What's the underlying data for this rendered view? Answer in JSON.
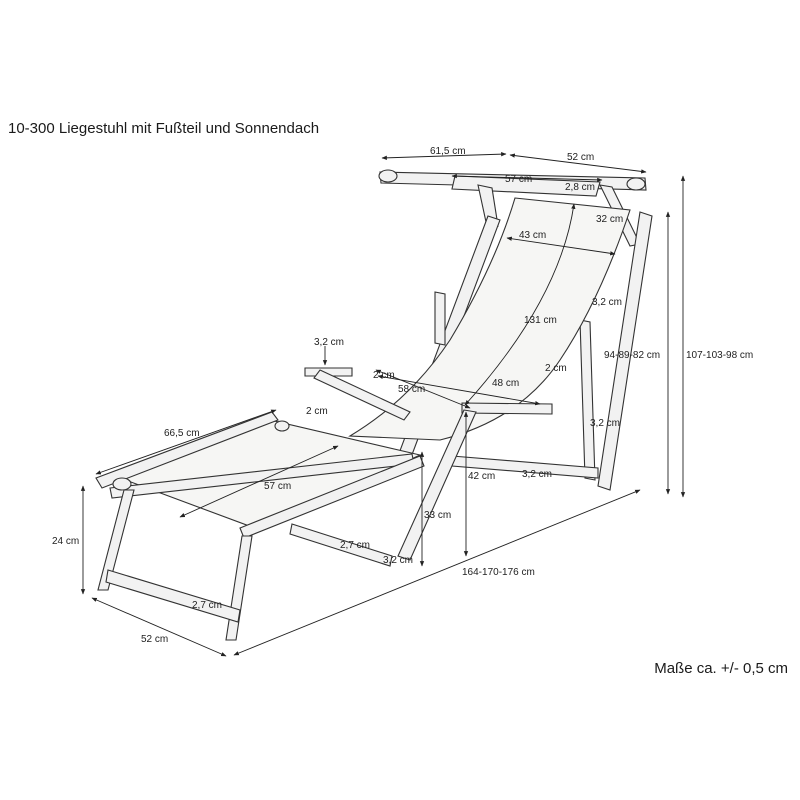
{
  "title": "10-300 Liegestuhl mit Fußteil und Sonnendach",
  "note": "Maße ca. +/- 0,5 cm",
  "dimensions": {
    "canopy_width": "61,5 cm",
    "canopy_depth": "52 cm",
    "canopy_inner": "57 cm",
    "canopy_bar": "2,8 cm",
    "canopy_arm": "32 cm",
    "seat_top_width": "43 cm",
    "backrest_bar": "3,2 cm",
    "cloth_length": "131 cm",
    "bar_2cm_right": "2 cm",
    "arm_bar_label": "3,2 cm",
    "arm_2cm": "2 cm",
    "arm_span": "58 cm",
    "arm_width": "48 cm",
    "left_2cm": "2 cm",
    "right_leg_bar": "3,2 cm",
    "footrest_length": "66,5 cm",
    "seat_height": "42 cm",
    "crossbar": "3,2 cm",
    "footrest_cloth": "57 cm",
    "height_total": "107-103-98 cm",
    "height_back": "94-89-82 cm",
    "foot_height": "24 cm",
    "armrest_height": "33 cm",
    "foot_bar": "2,7 cm",
    "mid_bar": "3,2 cm",
    "foot_leg_bar": "2,7 cm",
    "length_total": "164-170-176 cm",
    "foot_width": "52 cm"
  }
}
